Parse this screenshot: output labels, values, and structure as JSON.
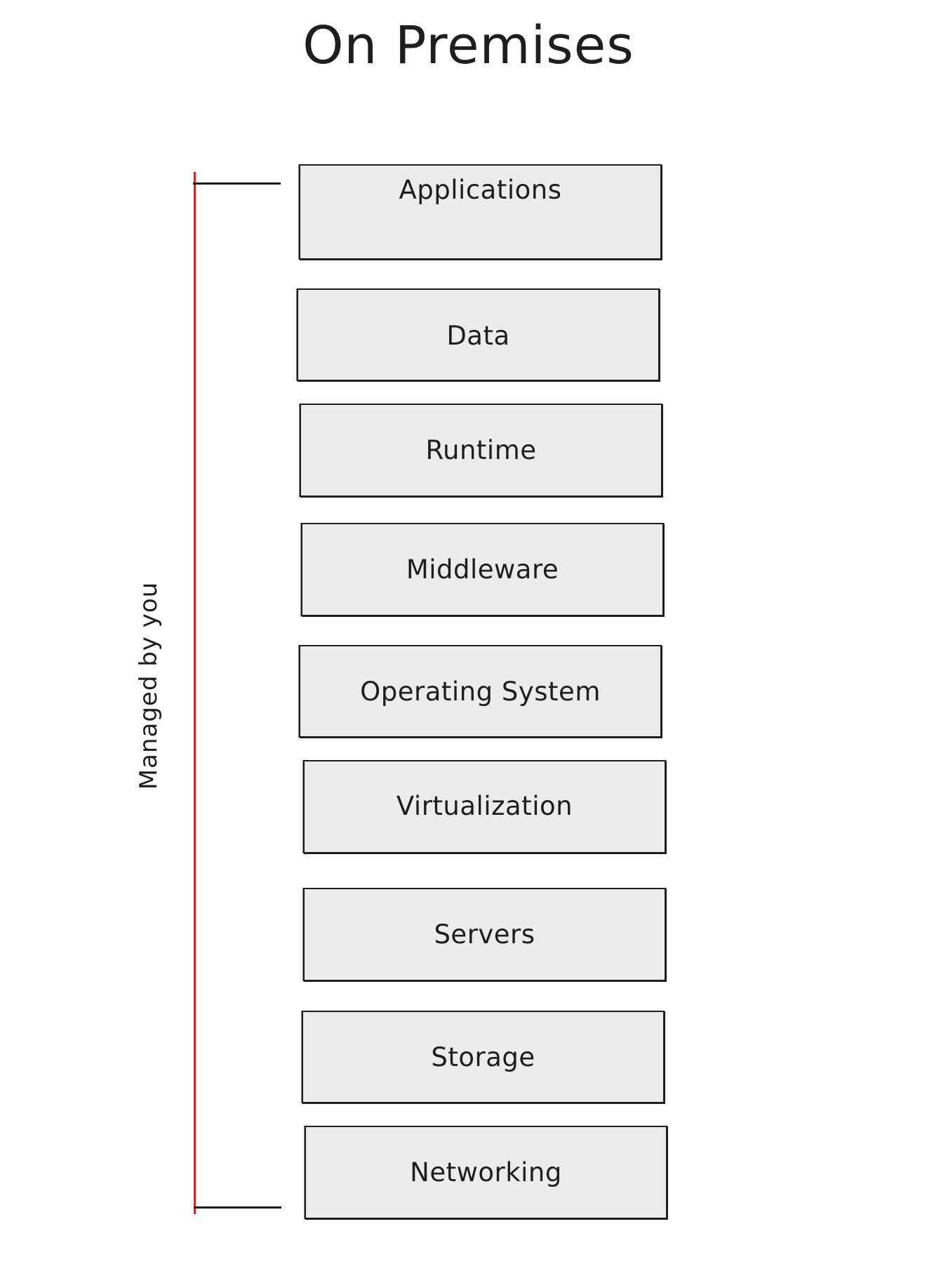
{
  "title": "On Premises",
  "side_label": "Managed by you",
  "layers": [
    {
      "label": "Applications"
    },
    {
      "label": "Data"
    },
    {
      "label": "Runtime"
    },
    {
      "label": "Middleware"
    },
    {
      "label": "Operating System"
    },
    {
      "label": "Virtualization"
    },
    {
      "label": "Servers"
    },
    {
      "label": "Storage"
    },
    {
      "label": "Networking"
    }
  ],
  "colors": {
    "bracket": "#e03131",
    "box_fill": "#ececec",
    "stroke": "#1e1e1e"
  }
}
